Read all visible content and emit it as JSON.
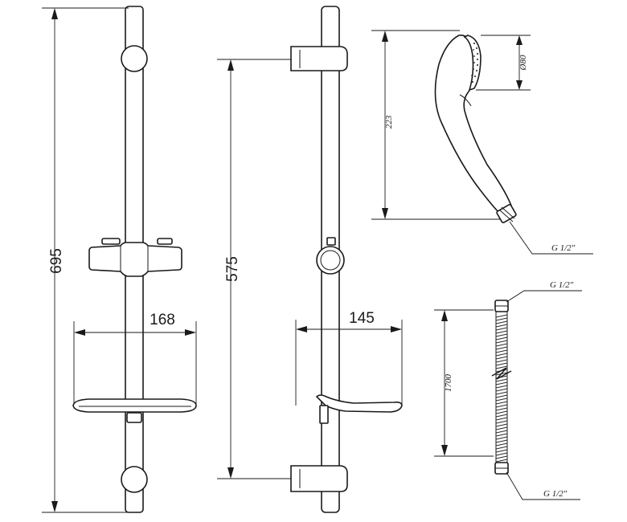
{
  "front_view": {
    "height_label": "695",
    "width_label": "168"
  },
  "side_view": {
    "height_label": "575",
    "width_label": "145"
  },
  "hand_shower": {
    "length_label": "223",
    "diameter_label": "Ø80",
    "thread_label": "G 1/2\""
  },
  "hose": {
    "length_label": "1700",
    "top_thread_label": "G 1/2\"",
    "bottom_thread_label": "G 1/2\""
  }
}
